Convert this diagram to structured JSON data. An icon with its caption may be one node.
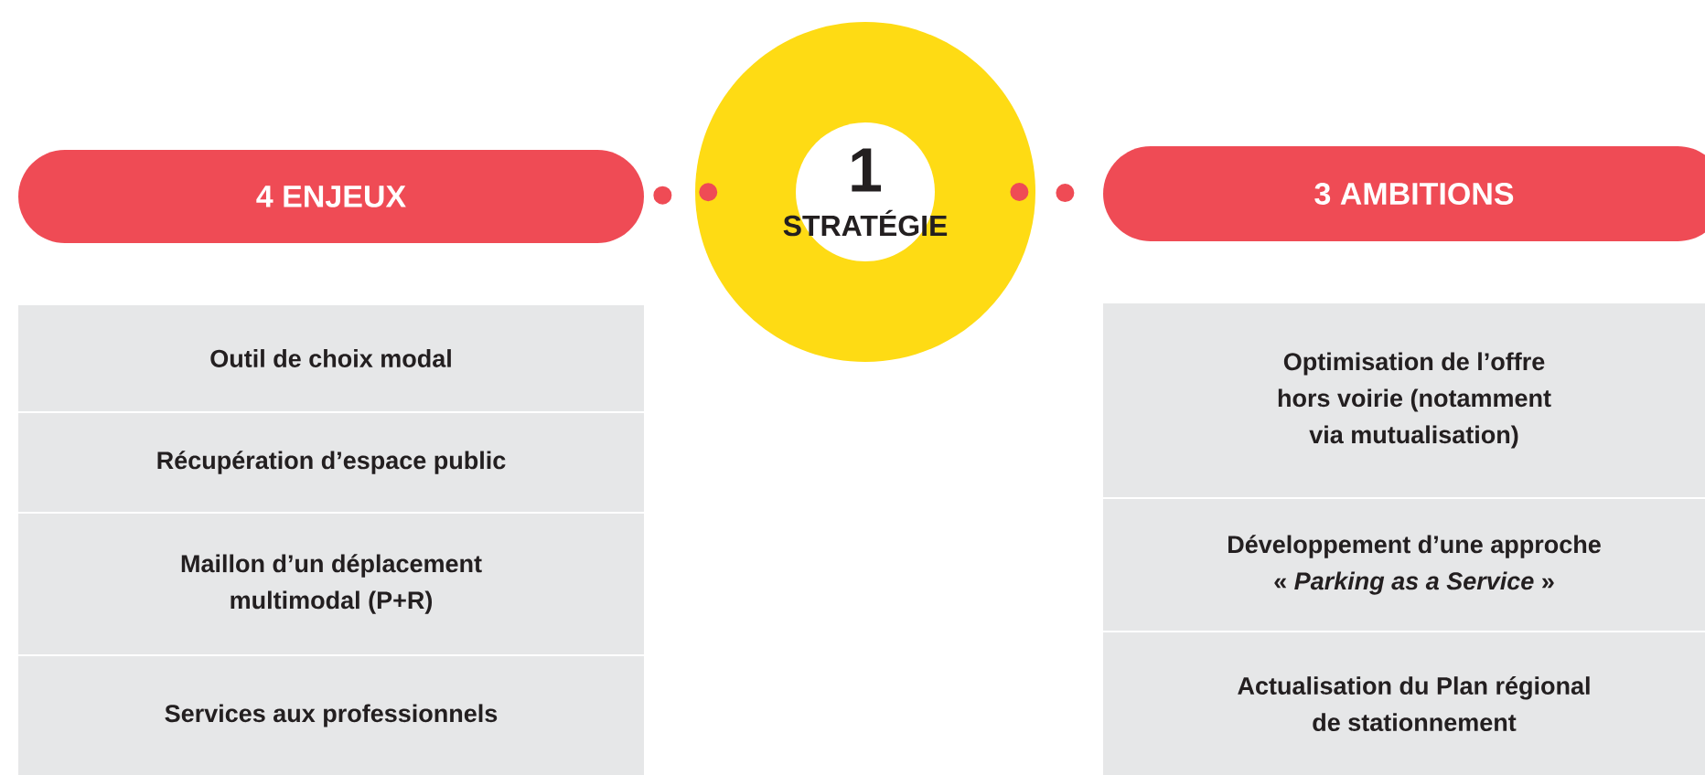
{
  "diagram": {
    "nodes": [
      {
        "text": [
          "4 ENJEUX"
        ]
      },
      {
        "text": [
          "1",
          "STRATÉGIE"
        ]
      },
      {
        "text": [
          "3 AMBITIONS"
        ]
      },
      {
        "text": [
          "Outil de choix modal"
        ]
      },
      {
        "text": [
          "Récupération d’espace public"
        ]
      },
      {
        "text": [
          "Maillon d’un déplacement multimodal (P+R)"
        ]
      },
      {
        "text": [
          "Services aux professionnels"
        ]
      },
      {
        "text": [
          "Optimisation de l’offre hors voirie (notamment via mutualisation)"
        ]
      },
      {
        "text": [
          "Développement d’une approche « *Parking as a Service* »"
        ]
      },
      {
        "text": [
          "Actualisation du Plan régional de stationnement"
        ]
      }
    ],
    "edges": [
      {
        "from": 0,
        "to": 1,
        "arrow": "none"
      },
      {
        "from": 1,
        "to": 2,
        "arrow": "none"
      }
    ]
  }
}
